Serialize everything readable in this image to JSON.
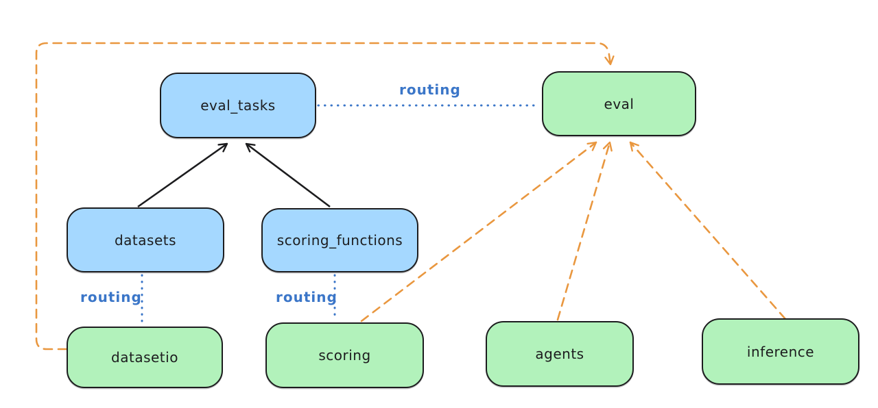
{
  "diagram": {
    "description": "Architecture diagram: resources routed to APIs with eval aggregation",
    "routing_label": "routing",
    "nodes": [
      {
        "id": "eval_tasks",
        "label": "eval_tasks",
        "kind": "resource",
        "fill": "#a5d8ff"
      },
      {
        "id": "eval",
        "label": "eval",
        "kind": "api",
        "fill": "#b2f2bb"
      },
      {
        "id": "datasets",
        "label": "datasets",
        "kind": "resource",
        "fill": "#a5d8ff"
      },
      {
        "id": "scoring_functions",
        "label": "scoring_functions",
        "kind": "resource",
        "fill": "#a5d8ff"
      },
      {
        "id": "datasetio",
        "label": "datasetio",
        "kind": "api",
        "fill": "#b2f2bb"
      },
      {
        "id": "scoring",
        "label": "scoring",
        "kind": "api",
        "fill": "#b2f2bb"
      },
      {
        "id": "agents",
        "label": "agents",
        "kind": "api",
        "fill": "#b2f2bb"
      },
      {
        "id": "inference",
        "label": "inference",
        "kind": "api",
        "fill": "#b2f2bb"
      }
    ],
    "edges": [
      {
        "from": "datasets",
        "to": "eval_tasks",
        "style": "solid",
        "arrow": true,
        "color": "#1c1c1e"
      },
      {
        "from": "scoring_functions",
        "to": "eval_tasks",
        "style": "solid",
        "arrow": true,
        "color": "#1c1c1e"
      },
      {
        "from": "eval_tasks",
        "to": "eval",
        "style": "dotted",
        "arrow": false,
        "label": "routing",
        "color": "#3b76c8"
      },
      {
        "from": "datasets",
        "to": "datasetio",
        "style": "dotted",
        "arrow": false,
        "label": "routing",
        "color": "#3b76c8"
      },
      {
        "from": "scoring_functions",
        "to": "scoring",
        "style": "dotted",
        "arrow": false,
        "label": "routing",
        "color": "#3b76c8"
      },
      {
        "from": "datasetio",
        "to": "eval",
        "style": "dashed",
        "arrow": true,
        "color": "#e9973f"
      },
      {
        "from": "scoring",
        "to": "eval",
        "style": "dashed",
        "arrow": true,
        "color": "#e9973f"
      },
      {
        "from": "agents",
        "to": "eval",
        "style": "dashed",
        "arrow": true,
        "color": "#e9973f"
      },
      {
        "from": "inference",
        "to": "eval",
        "style": "dashed",
        "arrow": true,
        "color": "#e9973f"
      }
    ],
    "colors": {
      "node_blue": "#a5d8ff",
      "node_green": "#b2f2bb",
      "stroke": "#1c1c1e",
      "routing_blue": "#3b76c8",
      "orange": "#e9973f",
      "background": "#ffffff"
    }
  }
}
